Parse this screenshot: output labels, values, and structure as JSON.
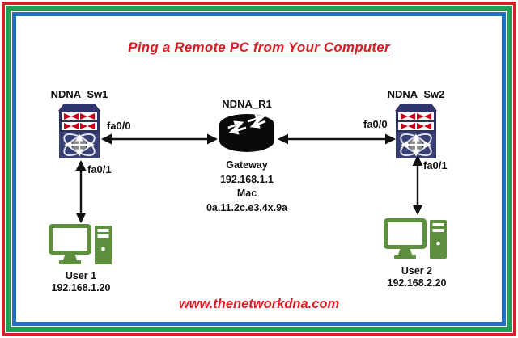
{
  "title": "Ping a Remote PC from Your Computer",
  "footer": "www.thenetworkdna.com",
  "colors": {
    "frame_outer_red": "#cd2127",
    "frame_middle_green": "#1f9e55",
    "frame_inner_blue": "#1e70c4",
    "title_red": "#d41f26",
    "footer_red": "#e01b24",
    "switch_navy": "#2c3160",
    "switch_bowtie_red": "#c4001d",
    "router_black": "#0a0a0a",
    "pc_green": "#5d8f3f",
    "label_black": "#111111"
  },
  "devices": {
    "switch1": {
      "name": "NDNA_Sw1",
      "icon": "cisco-switch-icon"
    },
    "switch2": {
      "name": "NDNA_Sw2",
      "icon": "cisco-switch-icon"
    },
    "router": {
      "name": "NDNA_R1",
      "icon": "cisco-router-icon",
      "gateway_label": "Gateway",
      "gateway_ip": "192.168.1.1",
      "mac_label": "Mac",
      "mac_address": "0a.11.2c.e3.4x.9a"
    },
    "pc1": {
      "name": "User 1",
      "ip": "192.168.1.20",
      "icon": "desktop-pc-icon"
    },
    "pc2": {
      "name": "User 2",
      "ip": "192.168.2.20",
      "icon": "desktop-pc-icon"
    }
  },
  "links": {
    "sw1_router": "fa0/0",
    "router_sw2": "fa0/0",
    "sw1_pc1": "fa0/1",
    "sw2_pc2": "fa0/1"
  }
}
